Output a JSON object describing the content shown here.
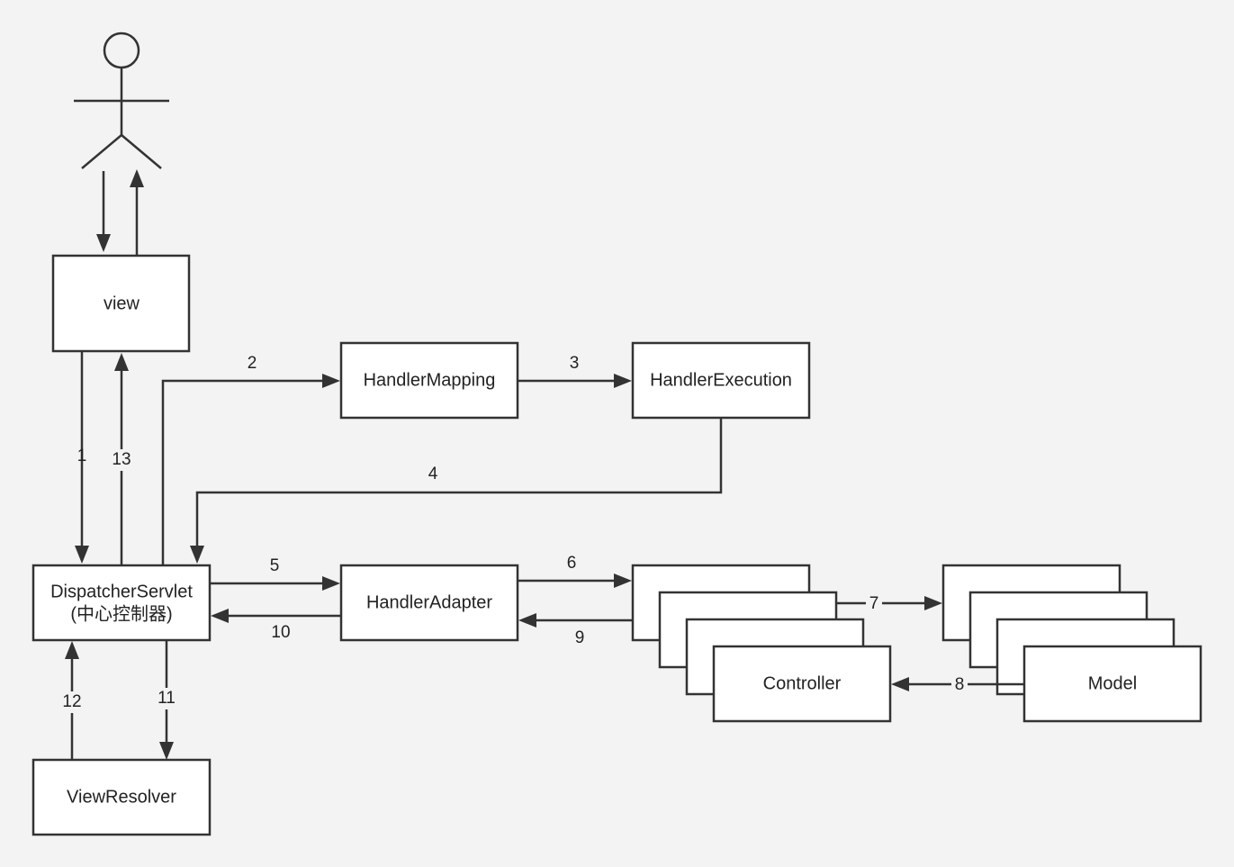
{
  "nodes": {
    "view": "view",
    "dispatcher": "DispatcherServlet",
    "dispatcher_sub": "(中心控制器)",
    "handler_mapping": "HandlerMapping",
    "handler_execution": "HandlerExecution",
    "handler_adapter": "HandlerAdapter",
    "controller": "Controller",
    "model": "Model",
    "view_resolver": "ViewResolver"
  },
  "edges": {
    "e1": "1",
    "e2": "2",
    "e3": "3",
    "e4": "4",
    "e5": "5",
    "e6": "6",
    "e7": "7",
    "e8": "8",
    "e9": "9",
    "e10": "10",
    "e11": "11",
    "e12": "12",
    "e13": "13"
  },
  "colors": {
    "stroke": "#333333",
    "background": "#f3f3f3",
    "box_fill": "#ffffff"
  }
}
